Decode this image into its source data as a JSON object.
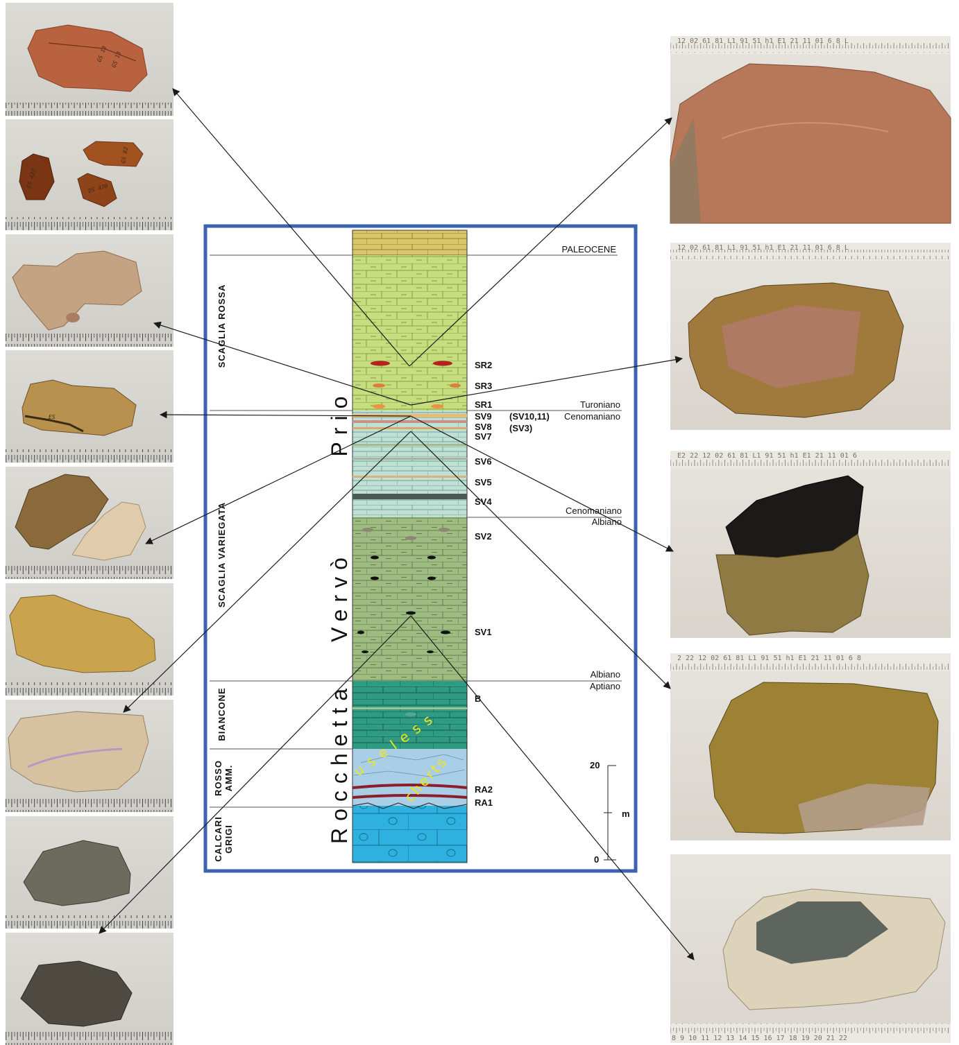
{
  "section": {
    "boundaries": {
      "paleocene": "PALEOCENE",
      "turoniano": "Turoniano",
      "cenomaniano_top": "Cenomaniano",
      "cenomaniano_mid": "Cenomaniano",
      "albiano_mid": "Albiano",
      "albiano_low": "Albiano",
      "aptiano": "Aptiano"
    },
    "formations": {
      "scaglia_rossa": "SCAGLIA  ROSSA",
      "scaglia_variegata": "SCAGLIA  VARIEGATA",
      "biancone": "BIANCONE",
      "rosso_amm_1": "ROSSO",
      "rosso_amm_2": "AMM.",
      "calcari_grigi_1": "CALCARI",
      "calcari_grigi_2": "GRIGI"
    },
    "localities": {
      "prio": "Prio",
      "vervo": "Vervò",
      "rocchetta": "Rocchetta"
    },
    "levels": {
      "sr2": "SR2",
      "sr3": "SR3",
      "sr1": "SR1",
      "sv9": "SV9",
      "sv8": "SV8",
      "sv7": "SV7",
      "sv9_extra": "(SV10,11)",
      "sv8_extra": "(SV3)",
      "sv6": "SV6",
      "sv5": "SV5",
      "sv4": "SV4",
      "sv2": "SV2",
      "sv1": "SV1",
      "b": "B",
      "ra2": "RA2",
      "ra1": "RA1"
    },
    "scale": {
      "top": "20",
      "bottom": "0",
      "unit": "m"
    },
    "annotation": {
      "useless": "useless",
      "cherts": "cherts"
    }
  },
  "left_photos": [
    {
      "name": "artifact-photo-1",
      "labels": [
        "GS 13",
        "GS 13"
      ]
    },
    {
      "name": "artifact-photo-2",
      "labels": [
        "ES 423",
        "DS 470",
        "GS 82"
      ]
    },
    {
      "name": "artifact-photo-3",
      "labels": []
    },
    {
      "name": "artifact-photo-4",
      "labels": [
        "ES"
      ]
    },
    {
      "name": "artifact-photo-5",
      "labels": []
    },
    {
      "name": "artifact-photo-6",
      "labels": []
    },
    {
      "name": "artifact-photo-7",
      "labels": []
    },
    {
      "name": "artifact-photo-8",
      "labels": []
    },
    {
      "name": "artifact-photo-9",
      "labels": []
    }
  ],
  "right_photos": [
    {
      "name": "sample-photo-1",
      "ruler": "12 02 61 81 L1 91 51 h1 E1 21 11 01 6 8 L"
    },
    {
      "name": "sample-photo-2",
      "ruler": "12 02 61 81 L1 91 51 h1 E1 21 11 01 6 8 L"
    },
    {
      "name": "sample-photo-3",
      "ruler": "E2 22 12 02 61 81 L1 91 51 h1 E1 21 11 01 6"
    },
    {
      "name": "sample-photo-4",
      "ruler": "2 22 12 02 61 81 L1 91 51 h1 E1 21 11 01 6 8"
    },
    {
      "name": "sample-photo-5",
      "ruler": "8 9 10 11 12 13 14 15 16 17 18 19 20 21 22"
    }
  ],
  "colors": {
    "frame": "#3b63b0",
    "scaglia_rossa": "#c6de7e",
    "scaglia_variegata_light": "#bfe0d4",
    "scaglia_variegata_dark": "#9ebb82",
    "biancone": "#2f9b82",
    "rosso_amm": "#a8cfe6",
    "calcari_grigi": "#2fb1e0",
    "paleocene": "#d9c66a",
    "arrow": "#1a1a1a",
    "annotation": "#f2e41c"
  }
}
